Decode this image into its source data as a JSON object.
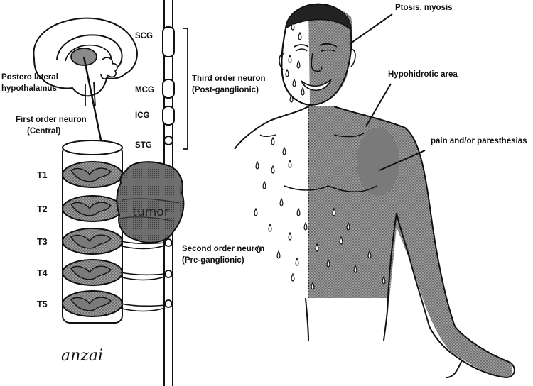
{
  "labels": {
    "scg": "SCG",
    "mcg": "MCG",
    "icg": "ICG",
    "stg": "STG",
    "hypothalamus_line1": "Postero lateral",
    "hypothalamus_line2": "hypothalamus",
    "first_order_line1": "First order neuron",
    "first_order_line2": "(Central)",
    "third_order_line1": "Third order neuron",
    "third_order_line2": "(Post-ganglionic)",
    "second_order_line1": "Second order neuron",
    "second_order_line2": "(Pre-ganglionic)",
    "tumor": "tumor",
    "ptosis": "Ptosis, myosis",
    "hypohidrotic": "Hypohidrotic area",
    "pain": "pain and/or paresthesias",
    "signature": "anzai"
  },
  "levels": [
    "T1",
    "T2",
    "T3",
    "T4",
    "T5"
  ],
  "colors": {
    "ink": "#111111",
    "shaded": "#8a8a8a",
    "hatch": "#6f6f6f",
    "tumor": "#6b6b6b",
    "paper": "#ffffff"
  }
}
